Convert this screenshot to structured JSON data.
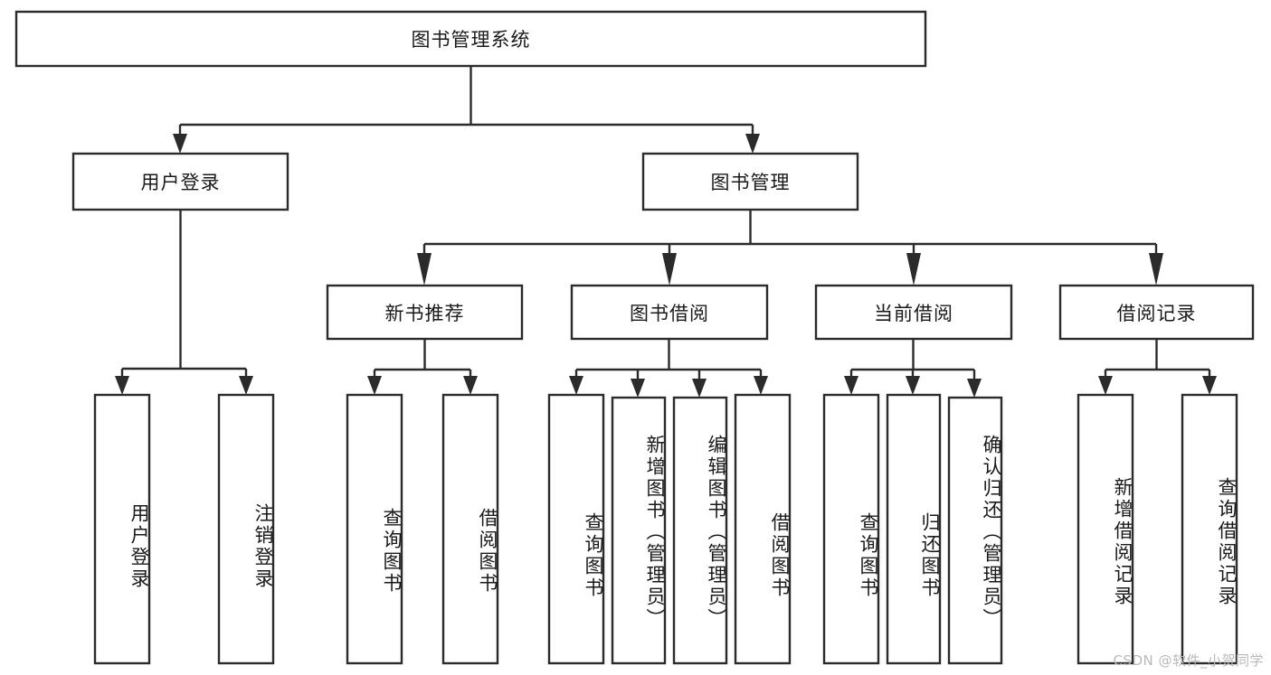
{
  "diagram": {
    "type": "tree",
    "title": "图书管理系统",
    "watermark": "CSDN @软件_小贺同学",
    "colors": {
      "box_stroke": "#2b2b2b",
      "box_fill": "#ffffff",
      "text": "#1a1a1a",
      "background": "#ffffff",
      "watermark": "#b9b9b9"
    },
    "root": {
      "label": "图书管理系统"
    },
    "level2": [
      {
        "label": "用户登录"
      },
      {
        "label": "图书管理"
      }
    ],
    "level3": [
      {
        "label": "新书推荐"
      },
      {
        "label": "图书借阅"
      },
      {
        "label": "当前借阅"
      },
      {
        "label": "借阅记录"
      }
    ],
    "leaves": {
      "user_login": [
        {
          "label": "用户登录"
        },
        {
          "label": "注销登录"
        }
      ],
      "new_book_recommend": [
        {
          "label": "查询图书"
        },
        {
          "label": "借阅图书"
        }
      ],
      "book_borrow": [
        {
          "label": "查询图书"
        },
        {
          "label": "新增图书（管理员）"
        },
        {
          "label": "编辑图书（管理员）"
        },
        {
          "label": "借阅图书"
        }
      ],
      "current_borrow": [
        {
          "label": "查询图书"
        },
        {
          "label": "归还图书"
        },
        {
          "label": "确认归还（管理员）"
        }
      ],
      "borrow_record": [
        {
          "label": "新增借阅记录"
        },
        {
          "label": "查询借阅记录"
        }
      ]
    }
  }
}
